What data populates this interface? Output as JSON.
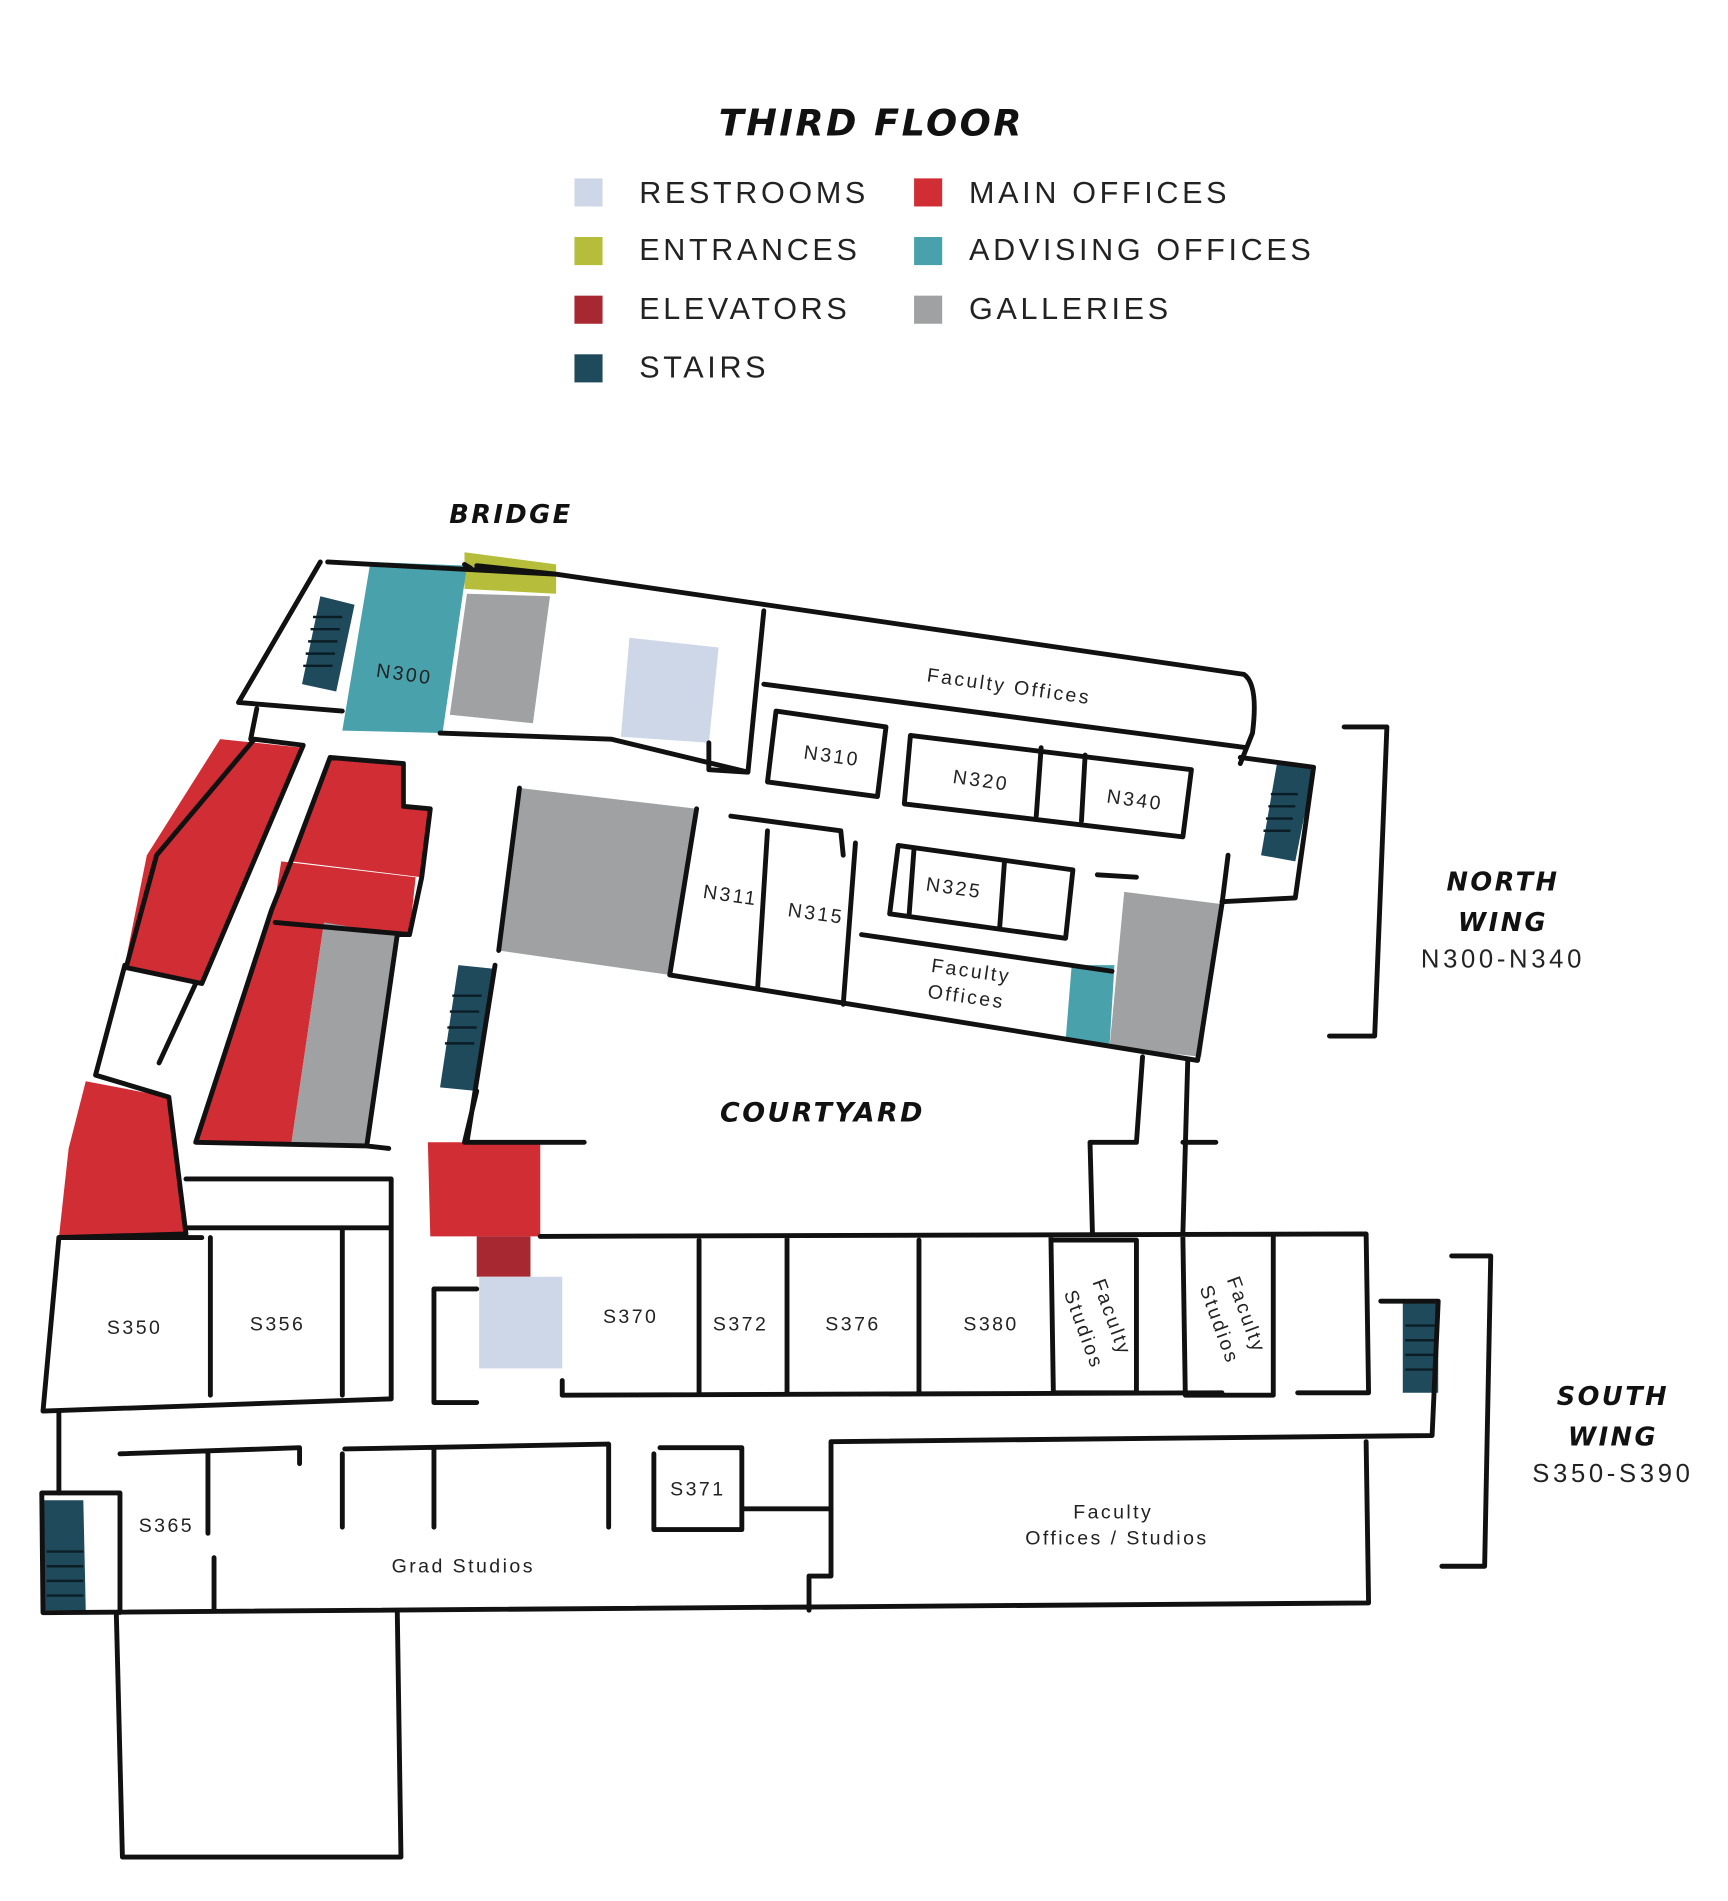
{
  "title": "THIRD FLOOR",
  "legend": [
    {
      "label": "RESTROOMS",
      "color": "#cdd7e8"
    },
    {
      "label": "ENTRANCES",
      "color": "#b5bd3a"
    },
    {
      "label": "ELEVATORS",
      "color": "#a82832"
    },
    {
      "label": "STAIRS",
      "color": "#1f4a5c"
    },
    {
      "label": "MAIN OFFICES",
      "color": "#d12d35"
    },
    {
      "label": "ADVISING OFFICES",
      "color": "#48a1ab"
    },
    {
      "label": "GALLERIES",
      "color": "#a0a1a2"
    }
  ],
  "areas": {
    "bridge": "BRIDGE",
    "courtyard": "COURTYARD",
    "north_wing": {
      "line1": "NORTH",
      "line2": "WING",
      "range": "N300-N340"
    },
    "south_wing": {
      "line1": "SOUTH",
      "line2": "WING",
      "range": "S350-S390"
    }
  },
  "rooms": {
    "n300": "N300",
    "faculty_offices_north": "Faculty Offices",
    "n310": "N310",
    "n320": "N320",
    "n340": "N340",
    "n311": "N311",
    "n315": "N315",
    "n325": "N325",
    "faculty_offices_mid_1": "Faculty",
    "faculty_offices_mid_2": "Offices",
    "s350": "S350",
    "s356": "S356",
    "s370": "S370",
    "s372": "S372",
    "s376": "S376",
    "s380": "S380",
    "faculty_studios_1a": "Faculty",
    "faculty_studios_1b": "Studios",
    "faculty_studios_2a": "Faculty",
    "faculty_studios_2b": "Studios",
    "s365": "S365",
    "s371": "S371",
    "grad_studios": "Grad Studios",
    "faculty_offices_studios_1": "Faculty",
    "faculty_offices_studios_2": "Offices / Studios"
  }
}
